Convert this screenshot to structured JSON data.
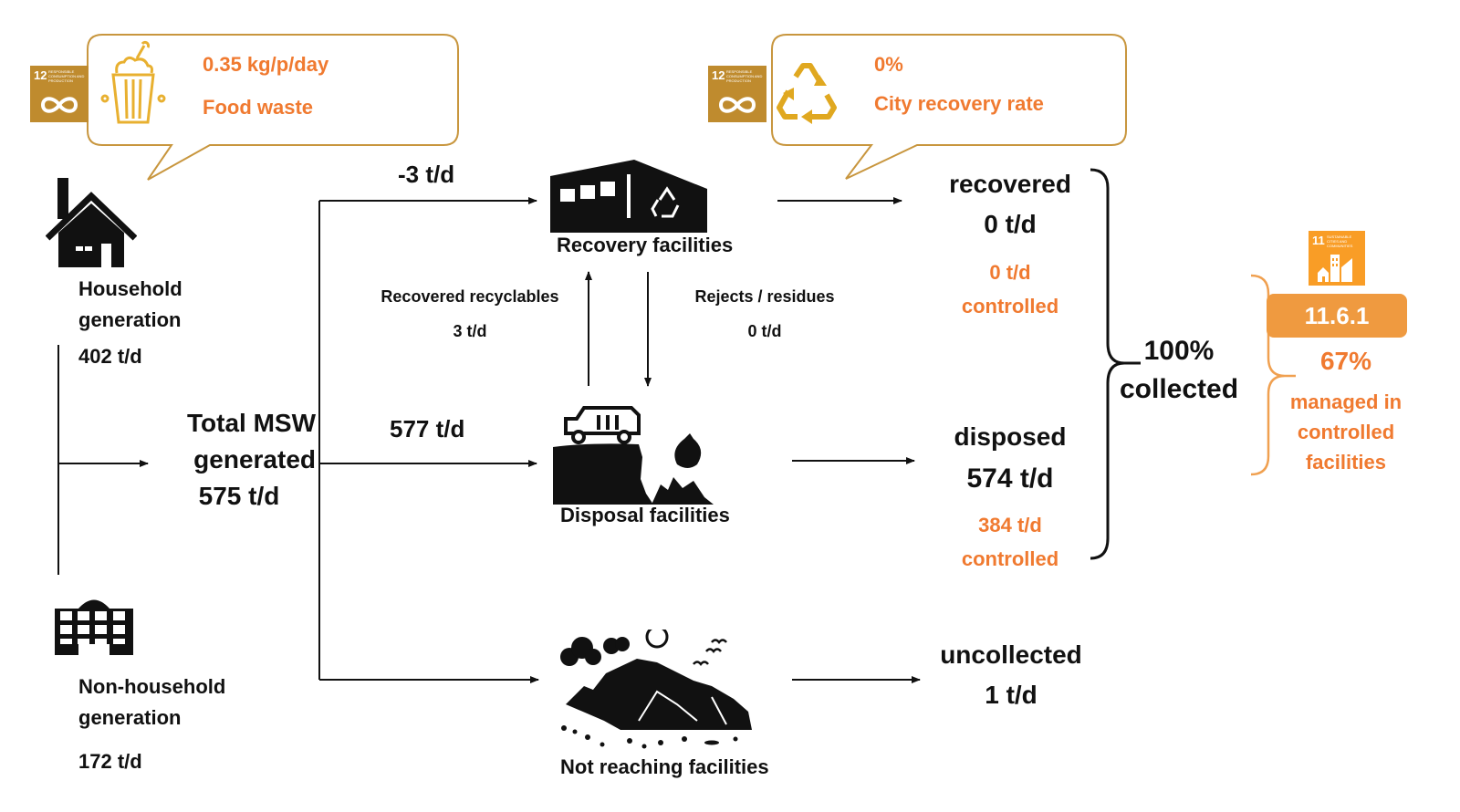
{
  "colors": {
    "accent_orange": "#F07A30",
    "callout_border": "#C8963E",
    "sdg12": "#BF8B2E",
    "sdg11": "#F99D26",
    "target_badge": "#EF9A40",
    "text": "#111111"
  },
  "callouts": {
    "food_waste": {
      "value": "0.35 kg/p/day",
      "label": "Food waste",
      "icon": "food-waste-bin-icon",
      "sdg": {
        "number": "12",
        "title": "RESPONSIBLE CONSUMPTION AND PRODUCTION",
        "icon": "infinity-icon"
      }
    },
    "recovery_rate": {
      "value": "0%",
      "label": "City recovery rate",
      "icon": "recycle-icon",
      "sdg": {
        "number": "12",
        "title": "RESPONSIBLE CONSUMPTION AND PRODUCTION",
        "icon": "infinity-icon"
      }
    }
  },
  "sources": {
    "household": {
      "label_line1": "Household",
      "label_line2": "generation",
      "value": "402 t/d",
      "icon": "house-icon"
    },
    "non_household": {
      "label_line1": "Non-household",
      "label_line2": "generation",
      "value": "172 t/d",
      "icon": "office-building-icon"
    }
  },
  "total": {
    "line1": "Total MSW",
    "line2": "generated",
    "value": "575 t/d"
  },
  "flows": {
    "to_recovery": "-3 t/d",
    "to_disposal": "577 t/d",
    "recovered_recyclables": {
      "label": "Recovered recyclables",
      "value": "3 t/d"
    },
    "rejects_residues": {
      "label": "Rejects / residues",
      "value": "0 t/d"
    }
  },
  "facilities": {
    "recovery": {
      "label": "Recovery facilities",
      "icon": "recovery-facility-icon"
    },
    "disposal": {
      "label": "Disposal facilities",
      "icon": "disposal-landfill-icon"
    },
    "not_reaching": {
      "label": "Not reaching facilities",
      "icon": "open-dump-icon"
    }
  },
  "outcomes": {
    "recovered": {
      "label": "recovered",
      "value": "0 t/d",
      "controlled_value": "0 t/d",
      "controlled_label": "controlled"
    },
    "disposed": {
      "label": "disposed",
      "value": "574 t/d",
      "controlled_value": "384 t/d",
      "controlled_label": "controlled"
    },
    "uncollected": {
      "label": "uncollected",
      "value": "1 t/d"
    }
  },
  "collected": {
    "percent": "100%",
    "label": "collected"
  },
  "indicator": {
    "sdg": {
      "number": "11",
      "title": "SUSTAINABLE CITIES AND COMMUNITIES",
      "icon": "city-buildings-icon"
    },
    "target": "11.6.1",
    "percent": "67%",
    "line1": "managed in",
    "line2": "controlled",
    "line3": "facilities"
  }
}
